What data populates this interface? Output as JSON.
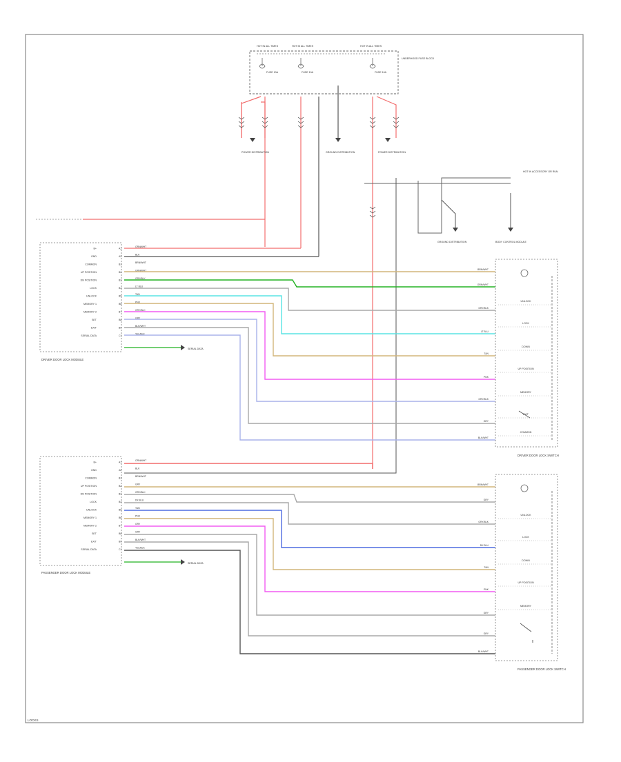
{
  "fuse_block": {
    "fuses": [
      "HOT IN ALL TIMES",
      "HOT IN ALL TIMES",
      "HOT IN ALL TIMES"
    ],
    "fuse_names": [
      "FUSE 10A",
      "FUSE 10A",
      "FUSE 10A"
    ],
    "label": "UNDERHOOD FUSE BLOCK"
  },
  "bottom_labels": {
    "power_left": "POWER DISTRIBUTION",
    "ground": "GROUND DISTRIBUTION",
    "power_right": "POWER DISTRIBUTION"
  },
  "top_right_note": "HOT IN ACCESSORY OR RUN",
  "mid_labels": {
    "ground_dist": "GROUND DISTRIBUTION",
    "module": "BODY CONTROL MODULE"
  },
  "driver_module": {
    "label": "DRIVER DOOR LOCK MODULE",
    "pins": [
      {
        "num": "A1",
        "wire": "ORN/WHT"
      },
      {
        "num": "A2",
        "wire": "BLK"
      },
      {
        "num": "B1",
        "wire": "BRN/WHT"
      },
      {
        "num": "B2",
        "wire": "GRN/WHT"
      },
      {
        "num": "B3",
        "wire": "GRY/BLK"
      },
      {
        "num": "B4",
        "wire": "LT BLU"
      },
      {
        "num": "B5",
        "wire": "TAN"
      },
      {
        "num": "B6",
        "wire": "PNK"
      },
      {
        "num": "B7",
        "wire": "GRY/BLK"
      },
      {
        "num": "B8",
        "wire": "GRY"
      },
      {
        "num": "B9",
        "wire": "BLK/WHT"
      },
      {
        "num": "C1",
        "wire": "YEL/BLK"
      }
    ],
    "signals": [
      "B+",
      "GND",
      "COMMON",
      "UP POSITION",
      "DN POSITION",
      "LOCK",
      "UNLOCK",
      "MEMORY 1",
      "MEMORY 2",
      "SET",
      "EXIT",
      "SERIAL DATA"
    ]
  },
  "passenger_module": {
    "label": "PASSENGER DOOR LOCK MODULE",
    "pins": [
      {
        "num": "A1",
        "wire": "ORN/WHT"
      },
      {
        "num": "A2",
        "wire": "BLK"
      },
      {
        "num": "B1",
        "wire": "BRN/WHT"
      },
      {
        "num": "B2",
        "wire": "GRY"
      },
      {
        "num": "B3",
        "wire": "GRY/BLK"
      },
      {
        "num": "B4",
        "wire": "DK BLU"
      },
      {
        "num": "B5",
        "wire": "TAN"
      },
      {
        "num": "B6",
        "wire": "PNK"
      },
      {
        "num": "B7",
        "wire": "GRY"
      },
      {
        "num": "B8",
        "wire": "GRY"
      },
      {
        "num": "B9",
        "wire": "BLK/WHT"
      },
      {
        "num": "C1",
        "wire": "YEL/BLK"
      }
    ],
    "signals": [
      "B+",
      "GND",
      "COMMON",
      "UP POSITION",
      "DN POSITION",
      "LOCK",
      "UNLOCK",
      "MEMORY 1",
      "MEMORY 2",
      "SET",
      "EXIT",
      "SERIAL DATA"
    ]
  },
  "connector_notes": {
    "driver": "SERIAL DATA",
    "passenger": "SERIAL DATA"
  },
  "right_wire_labels_driver": [
    "BRN/WHT",
    "GRN/WHT",
    "GRY/BLK",
    "LT BLU",
    "TAN",
    "PNK",
    "GRY/BLK",
    "GRY",
    "BLK/WHT"
  ],
  "right_wire_labels_passenger": [
    "BRN/WHT",
    "GRY",
    "GRY/BLK",
    "DK BLU",
    "TAN",
    "PNK",
    "GRY",
    "GRY",
    "BLK/WHT"
  ],
  "driver_switch": {
    "label": "DRIVER DOOR LOCK SWITCH",
    "items": [
      "UNLOCK",
      "LOCK",
      "DOWN",
      "UP POSITION",
      "MEMORY",
      "EXIT",
      "COMMON"
    ]
  },
  "passenger_switch": {
    "label": "PASSENGER DOOR LOCK SWITCH",
    "items": [
      "UNLOCK",
      "LOCK",
      "DOWN",
      "UP POSITION",
      "MEMORY"
    ]
  },
  "footer": "LOCKS",
  "colors": {
    "red": "#f26d6d",
    "green": "#22b222",
    "tan": "#d2b67a",
    "cyan": "#59e3e3",
    "pink": "#f25cf2",
    "blue": "#4f6de0",
    "lavender": "#a8b2ea",
    "grey": "#a8a8a8",
    "dark": "#555555"
  }
}
